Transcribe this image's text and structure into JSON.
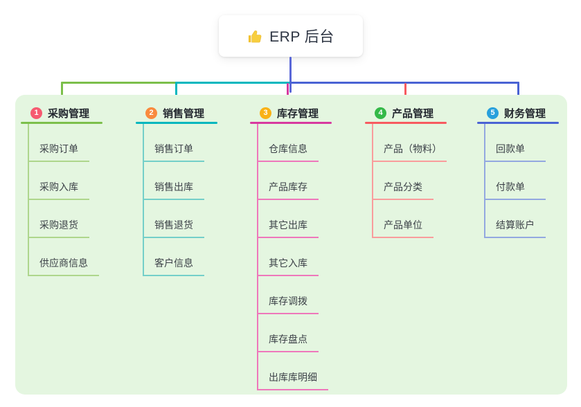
{
  "root": {
    "icon": "thumbs-up-icon",
    "title": "ERP 后台"
  },
  "branches": [
    {
      "id": "1",
      "label": "采购管理",
      "badge_color": "#f65a70",
      "line_color": "#7cbf4b",
      "child_line_color": "#aed68c",
      "children": [
        "采购订单",
        "采购入库",
        "采购退货",
        "供应商信息"
      ]
    },
    {
      "id": "2",
      "label": "销售管理",
      "badge_color": "#f98a3d",
      "line_color": "#00b7be",
      "child_line_color": "#74cfc9",
      "children": [
        "销售订单",
        "销售出库",
        "销售退货",
        "客户信息"
      ]
    },
    {
      "id": "3",
      "label": "库存管理",
      "badge_color": "#f9b115",
      "line_color": "#d73a9f",
      "child_line_color": "#ee77bb",
      "children": [
        "仓库信息",
        "产品库存",
        "其它出库",
        "其它入库",
        "库存调拨",
        "库存盘点",
        "出库库明细"
      ]
    },
    {
      "id": "4",
      "label": "产品管理",
      "badge_color": "#34b948",
      "line_color": "#f75b60",
      "child_line_color": "#f99c9c",
      "children": [
        "产品（物料）",
        "产品分类",
        "产品单位"
      ]
    },
    {
      "id": "5",
      "label": "财务管理",
      "badge_color": "#28a0dc",
      "line_color": "#4a63d4",
      "child_line_color": "#93a8e0",
      "children": [
        "回款单",
        "付款单",
        "结算账户"
      ]
    }
  ],
  "colors": {
    "page_bg": "#ffffff",
    "panel_bg": "#e4f6e0",
    "root_line": "#5a68d8",
    "icon_yellow": "#f2c233"
  }
}
